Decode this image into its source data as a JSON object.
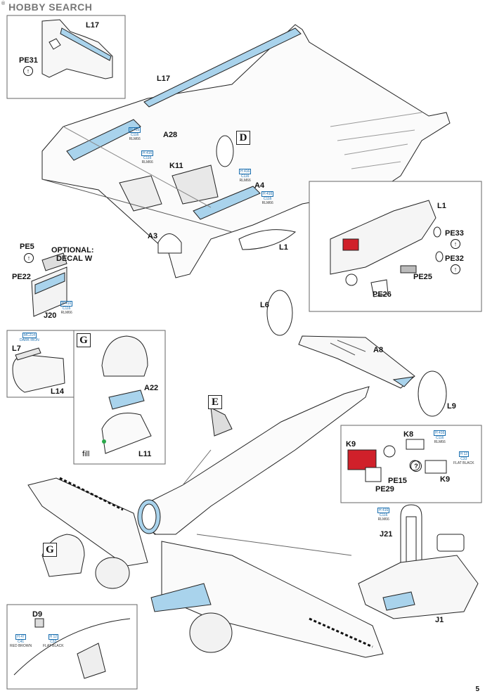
{
  "watermark": {
    "text": "HOBBY SEARCH",
    "mark": "®"
  },
  "page_number": "5",
  "badges": {
    "D": "D",
    "G1": "G",
    "G2": "G",
    "E": "E"
  },
  "optional_note": {
    "line1": "OPTIONAL:",
    "line2": "DECAL W"
  },
  "fill_label": "fill",
  "labels": {
    "L17a": "L17",
    "PE31": "PE31",
    "L17b": "L17",
    "A28": "A28",
    "K11": "K11",
    "A4": "A4",
    "A3": "A3",
    "L1a": "L1",
    "L1b": "L1",
    "PE33": "PE33",
    "PE32": "PE32",
    "PE25": "PE25",
    "PE26": "PE26",
    "PE5": "PE5",
    "PE22": "PE22",
    "J20": "J20",
    "L6": "L6",
    "A8": "A8",
    "L9": "L9",
    "L7": "L7",
    "L14": "L14",
    "A22": "A22",
    "L11": "L11",
    "K9a": "K9",
    "K8": "K8",
    "K9b": "K9",
    "PE15": "PE15",
    "PE29": "PE29",
    "J21": "J21",
    "J1": "J1",
    "D9": "D9"
  },
  "paints": {
    "p1": {
      "code": "H 416",
      "c1": "C116",
      "c2": "RLM66"
    },
    "p2": {
      "code": "H 416",
      "c1": "C116",
      "c2": "RLM66"
    },
    "p3": {
      "code": "H 416",
      "c1": "C116",
      "c2": "RLM66"
    },
    "p4": {
      "code": "H 416",
      "c1": "C116",
      "c2": "RLM66"
    },
    "p5": {
      "code": "H 416",
      "c1": "C116",
      "c2": "RLM66"
    },
    "p6": {
      "code": "MC214",
      "c1": "DARK IRON",
      "c2": ""
    },
    "p7": {
      "code": "H 416",
      "c1": "C116",
      "c2": "RLM66"
    },
    "p8": {
      "code": "H 12",
      "c1": "C33",
      "c2": "FLAT BLACK"
    },
    "p9": {
      "code": "H 416",
      "c1": "C116",
      "c2": "RLM66"
    },
    "p10": {
      "code": "H 47",
      "c1": "C41",
      "c2": "RED BROWN"
    },
    "p11": {
      "code": "H 12",
      "c1": "C33",
      "c2": "FLAT BLACK"
    }
  },
  "colors": {
    "accent_blue": "#a9d3ec",
    "line": "#222222",
    "detail_red": "#d0202a",
    "fill_green": "#2aa84a"
  }
}
